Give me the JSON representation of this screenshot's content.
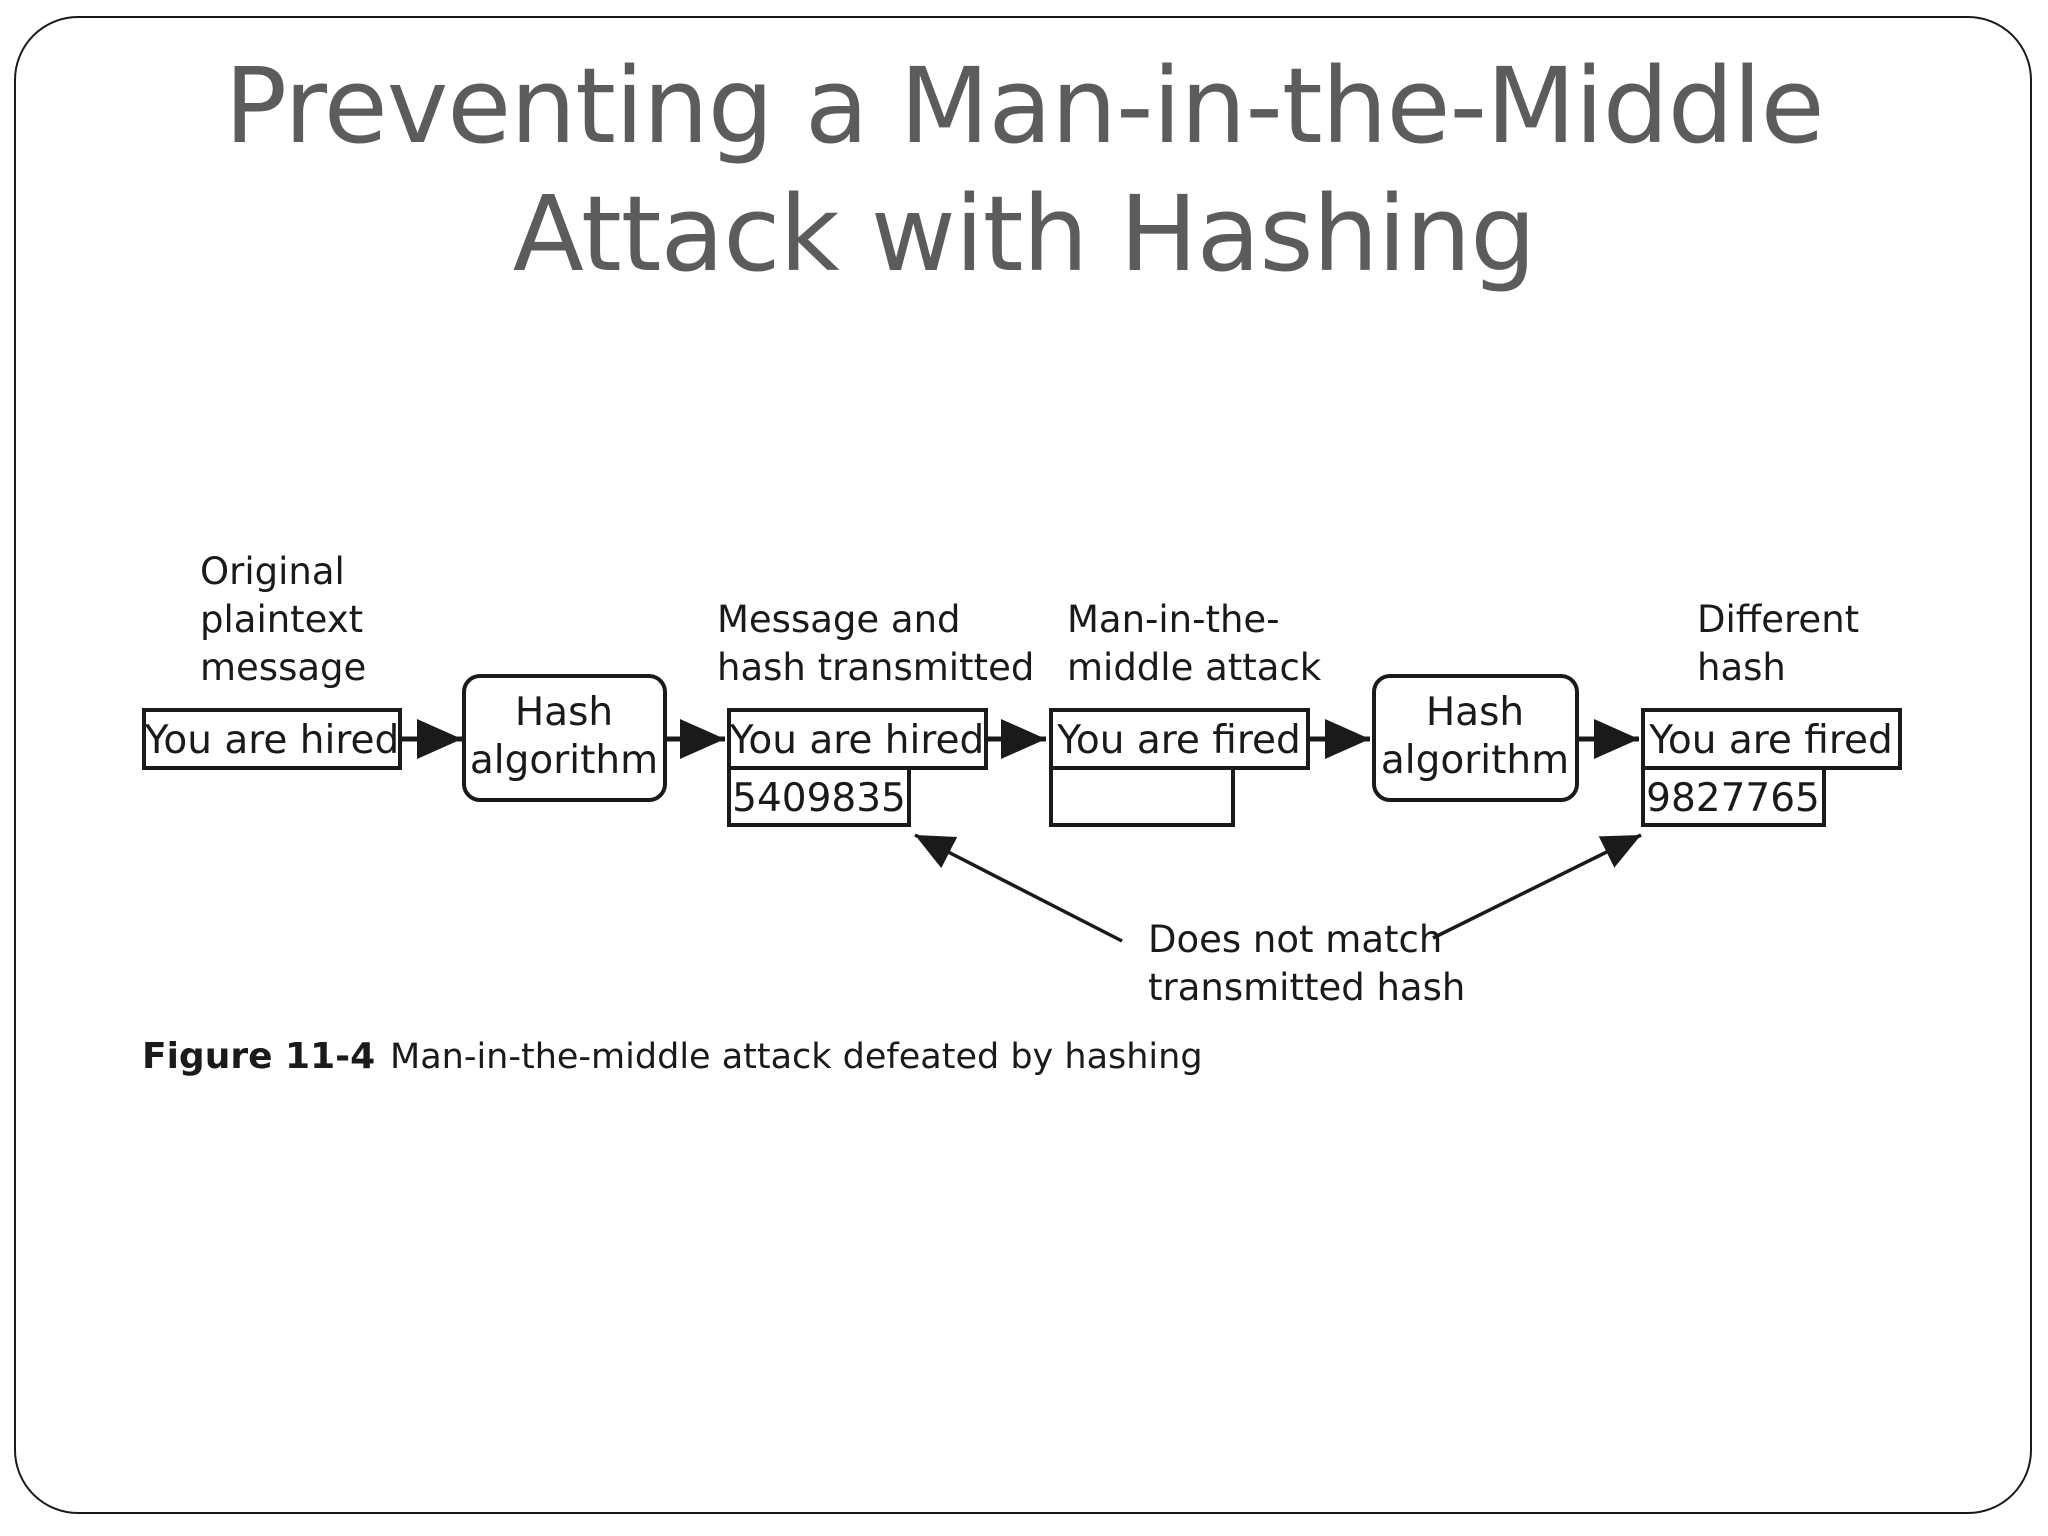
{
  "slide": {
    "title_line1": "Preventing a Man-in-the-Middle",
    "title_line2": "Attack with Hashing"
  },
  "diagram": {
    "labels": {
      "original_1": "Original",
      "original_2": "plaintext",
      "original_3": "message",
      "transmitted_1": "Message and",
      "transmitted_2": "hash transmitted",
      "mitm_1": "Man-in-the-",
      "mitm_2": "middle attack",
      "different_1": "Different",
      "different_2": "hash",
      "nomatch_1": "Does not match",
      "nomatch_2": "transmitted hash"
    },
    "boxes": {
      "original_message": "You are hired",
      "hash_algo_1_line1": "Hash",
      "hash_algo_1_line2": "algorithm",
      "transmitted_message": "You are hired",
      "transmitted_hash": "5409835",
      "altered_message": "You are fired",
      "altered_hash": "",
      "hash_algo_2_line1": "Hash",
      "hash_algo_2_line2": "algorithm",
      "received_message": "You are fired",
      "received_hash": "9827765"
    }
  },
  "caption": {
    "number": "Figure 11-4",
    "text": "Man-in-the-middle attack defeated by hashing"
  }
}
